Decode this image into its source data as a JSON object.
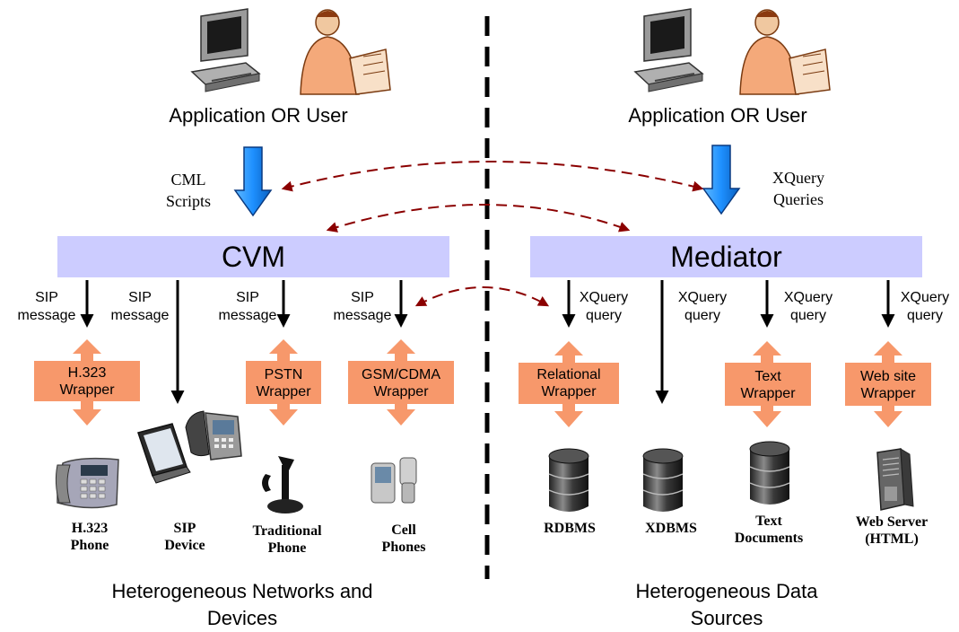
{
  "left_panel": {
    "top_label": "Application OR User",
    "script_label_line1": "CML",
    "script_label_line2": "Scripts",
    "bar_label": "CVM",
    "messages": [
      {
        "line1": "SIP",
        "line2": "message"
      },
      {
        "line1": "SIP",
        "line2": "message"
      },
      {
        "line1": "SIP",
        "line2": "message"
      },
      {
        "line1": "SIP",
        "line2": "message"
      }
    ],
    "wrappers": [
      {
        "line1": "H.323",
        "line2": "Wrapper"
      },
      {
        "line1": "PSTN",
        "line2": "Wrapper"
      },
      {
        "line1": "GSM/CDMA",
        "line2": "Wrapper"
      }
    ],
    "devices": [
      {
        "line1": "H.323",
        "line2": "Phone"
      },
      {
        "line1": "SIP",
        "line2": "Device"
      },
      {
        "line1": "Traditional",
        "line2": "Phone"
      },
      {
        "line1": "Cell",
        "line2": "Phones"
      }
    ],
    "footer_line1": "Heterogeneous Networks and",
    "footer_line2": "Devices"
  },
  "right_panel": {
    "top_label": "Application OR User",
    "query_label_line1": "XQuery",
    "query_label_line2": "Queries",
    "bar_label": "Mediator",
    "queries": [
      {
        "line1": "XQuery",
        "line2": "query"
      },
      {
        "line1": "XQuery",
        "line2": "query"
      },
      {
        "line1": "XQuery",
        "line2": "query"
      },
      {
        "line1": "XQuery",
        "line2": "query"
      }
    ],
    "wrappers": [
      {
        "line1": "Relational",
        "line2": "Wrapper"
      },
      {
        "line1": "Text",
        "line2": "Wrapper"
      },
      {
        "line1": "Web site",
        "line2": "Wrapper"
      }
    ],
    "sources": [
      {
        "line1": "RDBMS",
        "line2": ""
      },
      {
        "line1": "XDBMS",
        "line2": ""
      },
      {
        "line1": "Text",
        "line2": "Documents"
      },
      {
        "line1": "Web Server",
        "line2": "(HTML)"
      }
    ],
    "footer_line1": "Heterogeneous Data",
    "footer_line2": "Sources"
  },
  "colors": {
    "bar": "#ccccff",
    "wrapper": "#f7986b",
    "down_arrow": "#1e90ff",
    "dashed_arrow": "#8b0000",
    "divider": "#000000"
  },
  "icons": [
    "computer-icon",
    "user-icon",
    "desk-phone-icon",
    "laptop-icon",
    "ip-phone-icon",
    "candlestick-phone-icon",
    "cell-phone-icon",
    "database-icon",
    "server-icon"
  ]
}
